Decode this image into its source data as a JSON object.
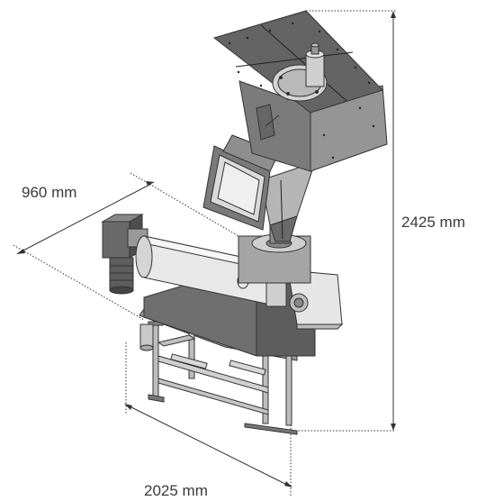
{
  "dimensions": {
    "width": "960 mm",
    "height": "2425 mm",
    "length": "2025 mm"
  }
}
